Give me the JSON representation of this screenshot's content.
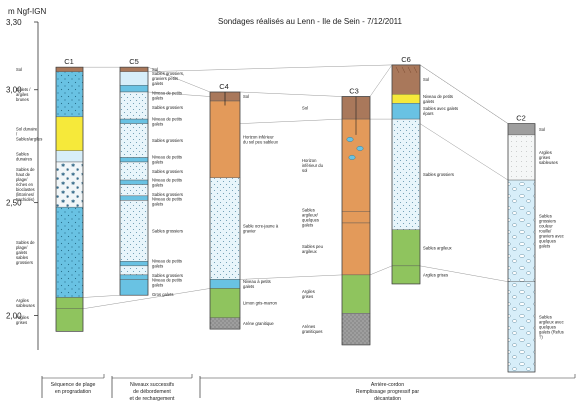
{
  "title": "Sondages réalisés au Lenn - Ile de Sein - 7/12/2011",
  "axis": {
    "label": "m Ngf-IGN",
    "min": 1.75,
    "max": 3.3,
    "ticks": [
      {
        "value": 3.3,
        "label": "3,30"
      },
      {
        "value": 3.0,
        "label": "3,00"
      },
      {
        "value": 2.5,
        "label": "2,50"
      },
      {
        "value": 2.0,
        "label": "2,00"
      }
    ]
  },
  "colors": {
    "sol": "#a9785b",
    "blue": "#69c2e3",
    "yellow": "#f6e93a",
    "orange": "#e39a5a",
    "green": "#8fc45e",
    "gray": "#9e9e9e",
    "lightblue": "#d7eef9",
    "pale": "#f1f6f8",
    "dotted": "#e8f5fb"
  },
  "cores": [
    {
      "id": "C1",
      "layers": [
        {
          "top": 3.1,
          "bottom": 3.08,
          "fill": "sol",
          "label": "Sol"
        },
        {
          "top": 3.08,
          "bottom": 2.88,
          "fill": "blue",
          "label": "Galets / argiles brunes"
        },
        {
          "top": 2.88,
          "bottom": 2.73,
          "fill": "yellow",
          "label": "Sol dunaire / Sables/argiles"
        },
        {
          "top": 2.73,
          "bottom": 2.68,
          "fill": "lightblue",
          "label": "Sables dunaires"
        },
        {
          "top": 2.68,
          "bottom": 2.48,
          "fill": "pale",
          "label": "Sables de haut de plage/ riches en bioclastes (littorines/ trochidés)"
        },
        {
          "top": 2.48,
          "bottom": 2.08,
          "fill": "blue",
          "label": "Sables de plage/ galets sables grossiers"
        },
        {
          "top": 2.08,
          "bottom": 2.03,
          "fill": "green",
          "label": "Argiles sableuses"
        },
        {
          "top": 2.03,
          "bottom": 1.93,
          "fill": "green",
          "label": "Argiles grises"
        }
      ]
    },
    {
      "id": "C5",
      "layers": [
        {
          "top": 3.1,
          "bottom": 3.08,
          "fill": "sol",
          "label": "Sol"
        },
        {
          "top": 3.08,
          "bottom": 3.02,
          "fill": "lightblue",
          "label": "Sables grossiers, graviers petits galets"
        },
        {
          "top": 3.02,
          "bottom": 2.99,
          "fill": "blue",
          "label": "Niveau de petits galets"
        },
        {
          "top": 2.99,
          "bottom": 2.87,
          "fill": "dotted",
          "label": "Sables grossiers"
        },
        {
          "top": 2.87,
          "bottom": 2.85,
          "fill": "blue",
          "label": "Niveau de petits galets"
        },
        {
          "top": 2.85,
          "bottom": 2.7,
          "fill": "dotted",
          "label": "Sables grossiers"
        },
        {
          "top": 2.7,
          "bottom": 2.68,
          "fill": "blue",
          "label": "Niveau de petits galets"
        },
        {
          "top": 2.68,
          "bottom": 2.6,
          "fill": "dotted",
          "label": "Sables grossiers"
        },
        {
          "top": 2.6,
          "bottom": 2.58,
          "fill": "blue",
          "label": "Niveau de petits galets"
        },
        {
          "top": 2.58,
          "bottom": 2.53,
          "fill": "dotted",
          "label": "Sables grossiers"
        },
        {
          "top": 2.53,
          "bottom": 2.51,
          "fill": "blue",
          "label": "Niveau de petits galets"
        },
        {
          "top": 2.51,
          "bottom": 2.24,
          "fill": "dotted",
          "label": "Sables grossiers"
        },
        {
          "top": 2.24,
          "bottom": 2.22,
          "fill": "blue",
          "label": "Niveau de petits galets"
        },
        {
          "top": 2.22,
          "bottom": 2.18,
          "fill": "dotted",
          "label": "Sables grossiers"
        },
        {
          "top": 2.18,
          "bottom": 2.16,
          "fill": "blue",
          "label": "Niveau de petits galets"
        },
        {
          "top": 2.16,
          "bottom": 2.09,
          "fill": "blue",
          "label": "Gros galets"
        }
      ]
    },
    {
      "id": "C4",
      "layers": [
        {
          "top": 2.99,
          "bottom": 2.95,
          "fill": "sol",
          "label": "Sol"
        },
        {
          "top": 2.95,
          "bottom": 2.61,
          "fill": "orange",
          "label": "Horizon inférieur du sol peu sableux"
        },
        {
          "top": 2.61,
          "bottom": 2.16,
          "fill": "dotted",
          "label": "Sable ocre-jaune à gravier"
        },
        {
          "top": 2.16,
          "bottom": 2.12,
          "fill": "blue",
          "label": "Niveau à petits galets"
        },
        {
          "top": 2.12,
          "bottom": 1.99,
          "fill": "green",
          "label": "Limon gris-marron"
        },
        {
          "top": 1.99,
          "bottom": 1.94,
          "fill": "gray",
          "label": "Arène granitique"
        }
      ]
    },
    {
      "id": "C3",
      "layers": [
        {
          "top": 2.97,
          "bottom": 2.87,
          "fill": "sol",
          "label": "Sol"
        },
        {
          "top": 2.87,
          "bottom": 2.46,
          "fill": "orange",
          "label": "Horizon inférieur du sol"
        },
        {
          "top": 2.46,
          "bottom": 2.41,
          "fill": "orange",
          "label": "Sables argileux/ quelques galets"
        },
        {
          "top": 2.41,
          "bottom": 2.18,
          "fill": "orange",
          "label": "Sables peu argileux"
        },
        {
          "top": 2.18,
          "bottom": 2.01,
          "fill": "green",
          "label": "Argiles grises"
        },
        {
          "top": 2.01,
          "bottom": 1.87,
          "fill": "gray",
          "label": "Arènes granitiques"
        }
      ]
    },
    {
      "id": "C6",
      "layers": [
        {
          "top": 3.11,
          "bottom": 2.98,
          "fill": "sol",
          "label": "Sol"
        },
        {
          "top": 2.98,
          "bottom": 2.94,
          "fill": "yellow",
          "label": "Niveau de petits galets"
        },
        {
          "top": 2.94,
          "bottom": 2.87,
          "fill": "blue",
          "label": "Sables avec galets épars"
        },
        {
          "top": 2.87,
          "bottom": 2.38,
          "fill": "dotted",
          "label": "Sables grossiers"
        },
        {
          "top": 2.38,
          "bottom": 2.22,
          "fill": "green",
          "label": "Sables argileux"
        },
        {
          "top": 2.22,
          "bottom": 2.14,
          "fill": "green",
          "label": "Argiles grises"
        }
      ]
    },
    {
      "id": "C2",
      "layers": [
        {
          "top": 2.85,
          "bottom": 2.8,
          "fill": "gray",
          "label": "Sol"
        },
        {
          "top": 2.8,
          "bottom": 2.6,
          "fill": "pale",
          "label": "Argiles grises sableuses"
        },
        {
          "top": 2.6,
          "bottom": 2.15,
          "fill": "lightblue",
          "label": "Sables grossiers couleur rouille/ graviers avec quelques galets"
        },
        {
          "top": 2.15,
          "bottom": 1.75,
          "fill": "lightblue",
          "label": "Sables argileux avec quelques galets (Refus ?)"
        }
      ]
    }
  ],
  "sequences": [
    {
      "lines": [
        "Séquence de plage",
        "en progradation"
      ]
    },
    {
      "lines": [
        "Niveaux successifs",
        "de débordement",
        "et de rechargement"
      ]
    },
    {
      "lines": [
        "Arrière-cordon",
        "Remplissage progressif par",
        "décantation"
      ]
    }
  ]
}
